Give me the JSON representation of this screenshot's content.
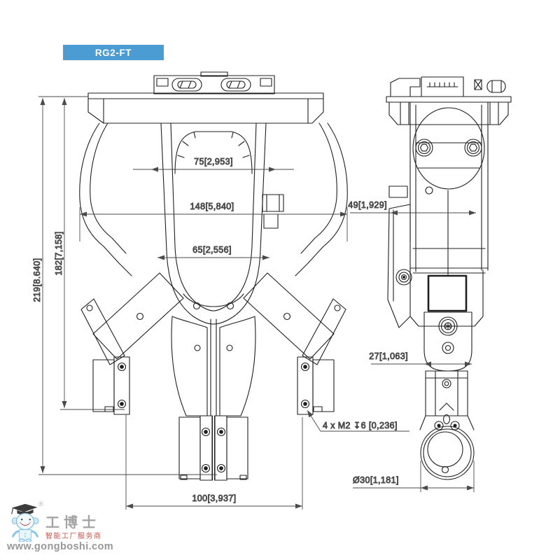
{
  "badge": {
    "label": "RG2-FT",
    "bg": "#4a9cd3"
  },
  "dimensions": {
    "width_top": "75[2,953]",
    "width_overall": "148[5,840]",
    "width_inner": "65[2,556]",
    "height_overall": "219[8.640]",
    "height_body": "182[7,158]",
    "side_depth": "49[1,929]",
    "bracket_width": "27[1,063]",
    "finger_span": "100[3,937]",
    "tip_diameter": "Ø30[1,181]",
    "thread_callout": "4 x M2 ↧6 [0,236]"
  },
  "watermark": {
    "registered": "®",
    "brand": "工博士",
    "tagline": "智能工厂服务商",
    "tagline_color": "#c4453a",
    "url": "www.gongboshi.com"
  }
}
